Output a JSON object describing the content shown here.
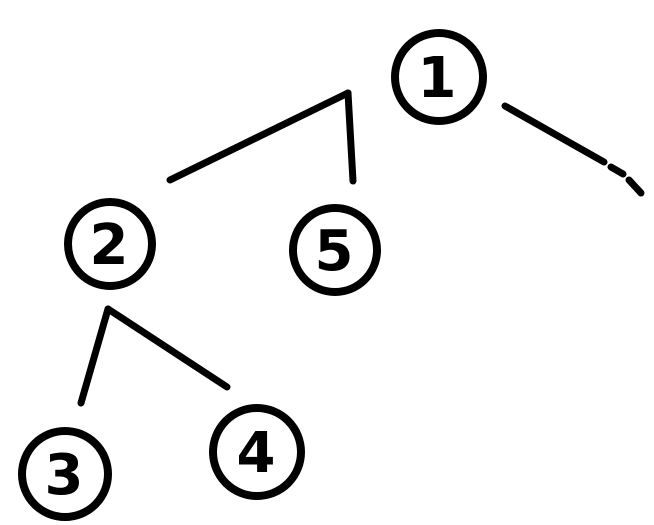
{
  "diagram": {
    "type": "tree",
    "description": "Hand-drawn tree diagram on white background",
    "ink_color": "#000000",
    "background_color": "#ffffff",
    "nodes": [
      {
        "id": "1",
        "label": "1"
      },
      {
        "id": "2",
        "label": "2"
      },
      {
        "id": "5",
        "label": "5"
      },
      {
        "id": "3",
        "label": "3"
      },
      {
        "id": "4",
        "label": "4"
      }
    ],
    "edges": [
      {
        "from": "1",
        "to": "2",
        "style": "solid"
      },
      {
        "from": "1",
        "to": "5",
        "style": "solid"
      },
      {
        "from": "1",
        "to": null,
        "style": "dashed",
        "note": "trails off toward right edge"
      },
      {
        "from": "2",
        "to": "3",
        "style": "solid"
      },
      {
        "from": "2",
        "to": "4",
        "style": "solid"
      }
    ]
  }
}
